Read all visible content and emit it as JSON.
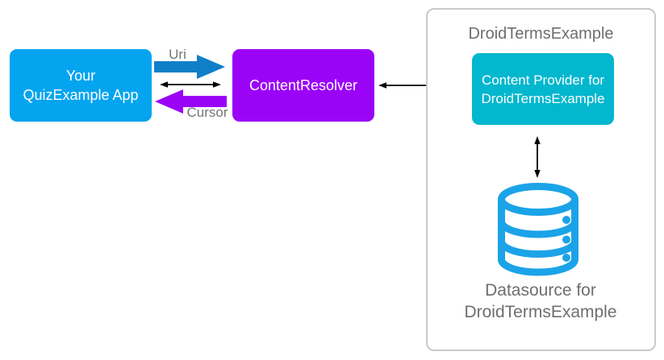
{
  "nodes": {
    "app": {
      "label": "Your QuizExample App",
      "color": "#05A4EF",
      "text_color": "#FFFFFF"
    },
    "resolver": {
      "label": "ContentResolver",
      "color": "#9B03F7",
      "text_color": "#FFFFFF"
    },
    "provider": {
      "label": "Content Provider for DroidTermsExample",
      "color": "#02B7CE",
      "text_color": "#FFFFFF"
    },
    "datasource": {
      "label": "Datasource for DroidTermsExample",
      "icon": "database-icon",
      "icon_color": "#1BA3E8",
      "label_color": "#6E6E6E"
    }
  },
  "group": {
    "title": "DroidTermsExample",
    "title_color": "#6E6E6E",
    "border_color": "#C9C9C9"
  },
  "arrows": {
    "uri": {
      "label": "Uri",
      "direction": "right",
      "color": "#0F7FC8"
    },
    "cursor": {
      "label": "Cursor",
      "direction": "left",
      "color": "#9B03F7"
    },
    "app_resolver_sync": {
      "type": "double-headed",
      "color": "#000000"
    },
    "resolver_provider": {
      "type": "double-headed",
      "color": "#000000"
    },
    "provider_datasource": {
      "type": "double-headed",
      "color": "#000000"
    }
  }
}
